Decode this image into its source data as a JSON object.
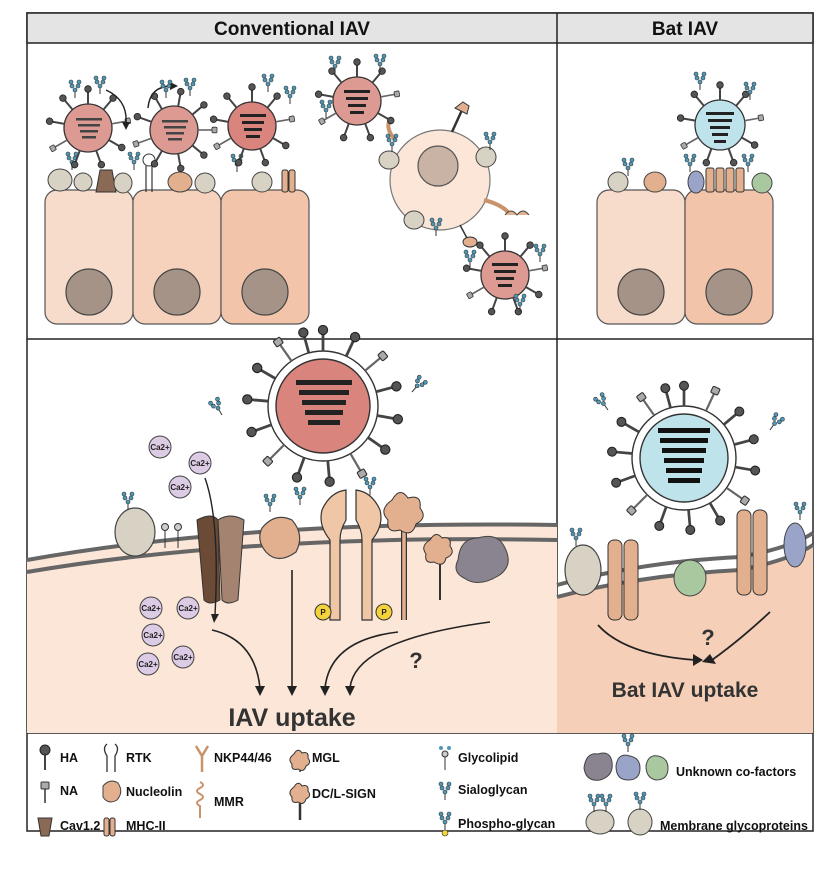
{
  "headers": {
    "conventional": "Conventional IAV",
    "bat": "Bat IAV"
  },
  "uptake": {
    "conventional": "IAV uptake",
    "bat": "Bat IAV uptake",
    "unknown_mark": "?"
  },
  "ions": {
    "calcium": "Ca2+",
    "phospho": "P"
  },
  "legend": {
    "ha": "HA",
    "na": "NA",
    "cav": "Cav1.2",
    "rtk": "RTK",
    "nucleolin": "Nucleolin",
    "mhc": "MHC-II",
    "nkp": "NKP44/46",
    "mmr": "MMR",
    "mgl": "MGL",
    "dcsign": "DC/L-SIGN",
    "glycolipid": "Glycolipid",
    "sialoglycan": "Sialoglycan",
    "phospho": "Phospho-glycan",
    "cofactors": "Unknown co-factors",
    "glycoproteins": "Membrane glycoproteins"
  },
  "colors": {
    "virus_conv": "#dd9a92",
    "virus_bat": "#bfe3ea",
    "cell": "#f8dccb",
    "cell_dark": "#f2c5aa",
    "nucleus": "#a59387",
    "header_bg": "#e4e4e4",
    "glycan": "#4f9ab8",
    "protein": "#e3b08f",
    "glycoprotein": "#d7d2c4",
    "cofactor_grey": "#8a8490",
    "cofactor_blue": "#9aa4c9",
    "cofactor_green": "#a9c8a0",
    "calcium": "#dccbe4",
    "phospho": "#f4d23a"
  }
}
